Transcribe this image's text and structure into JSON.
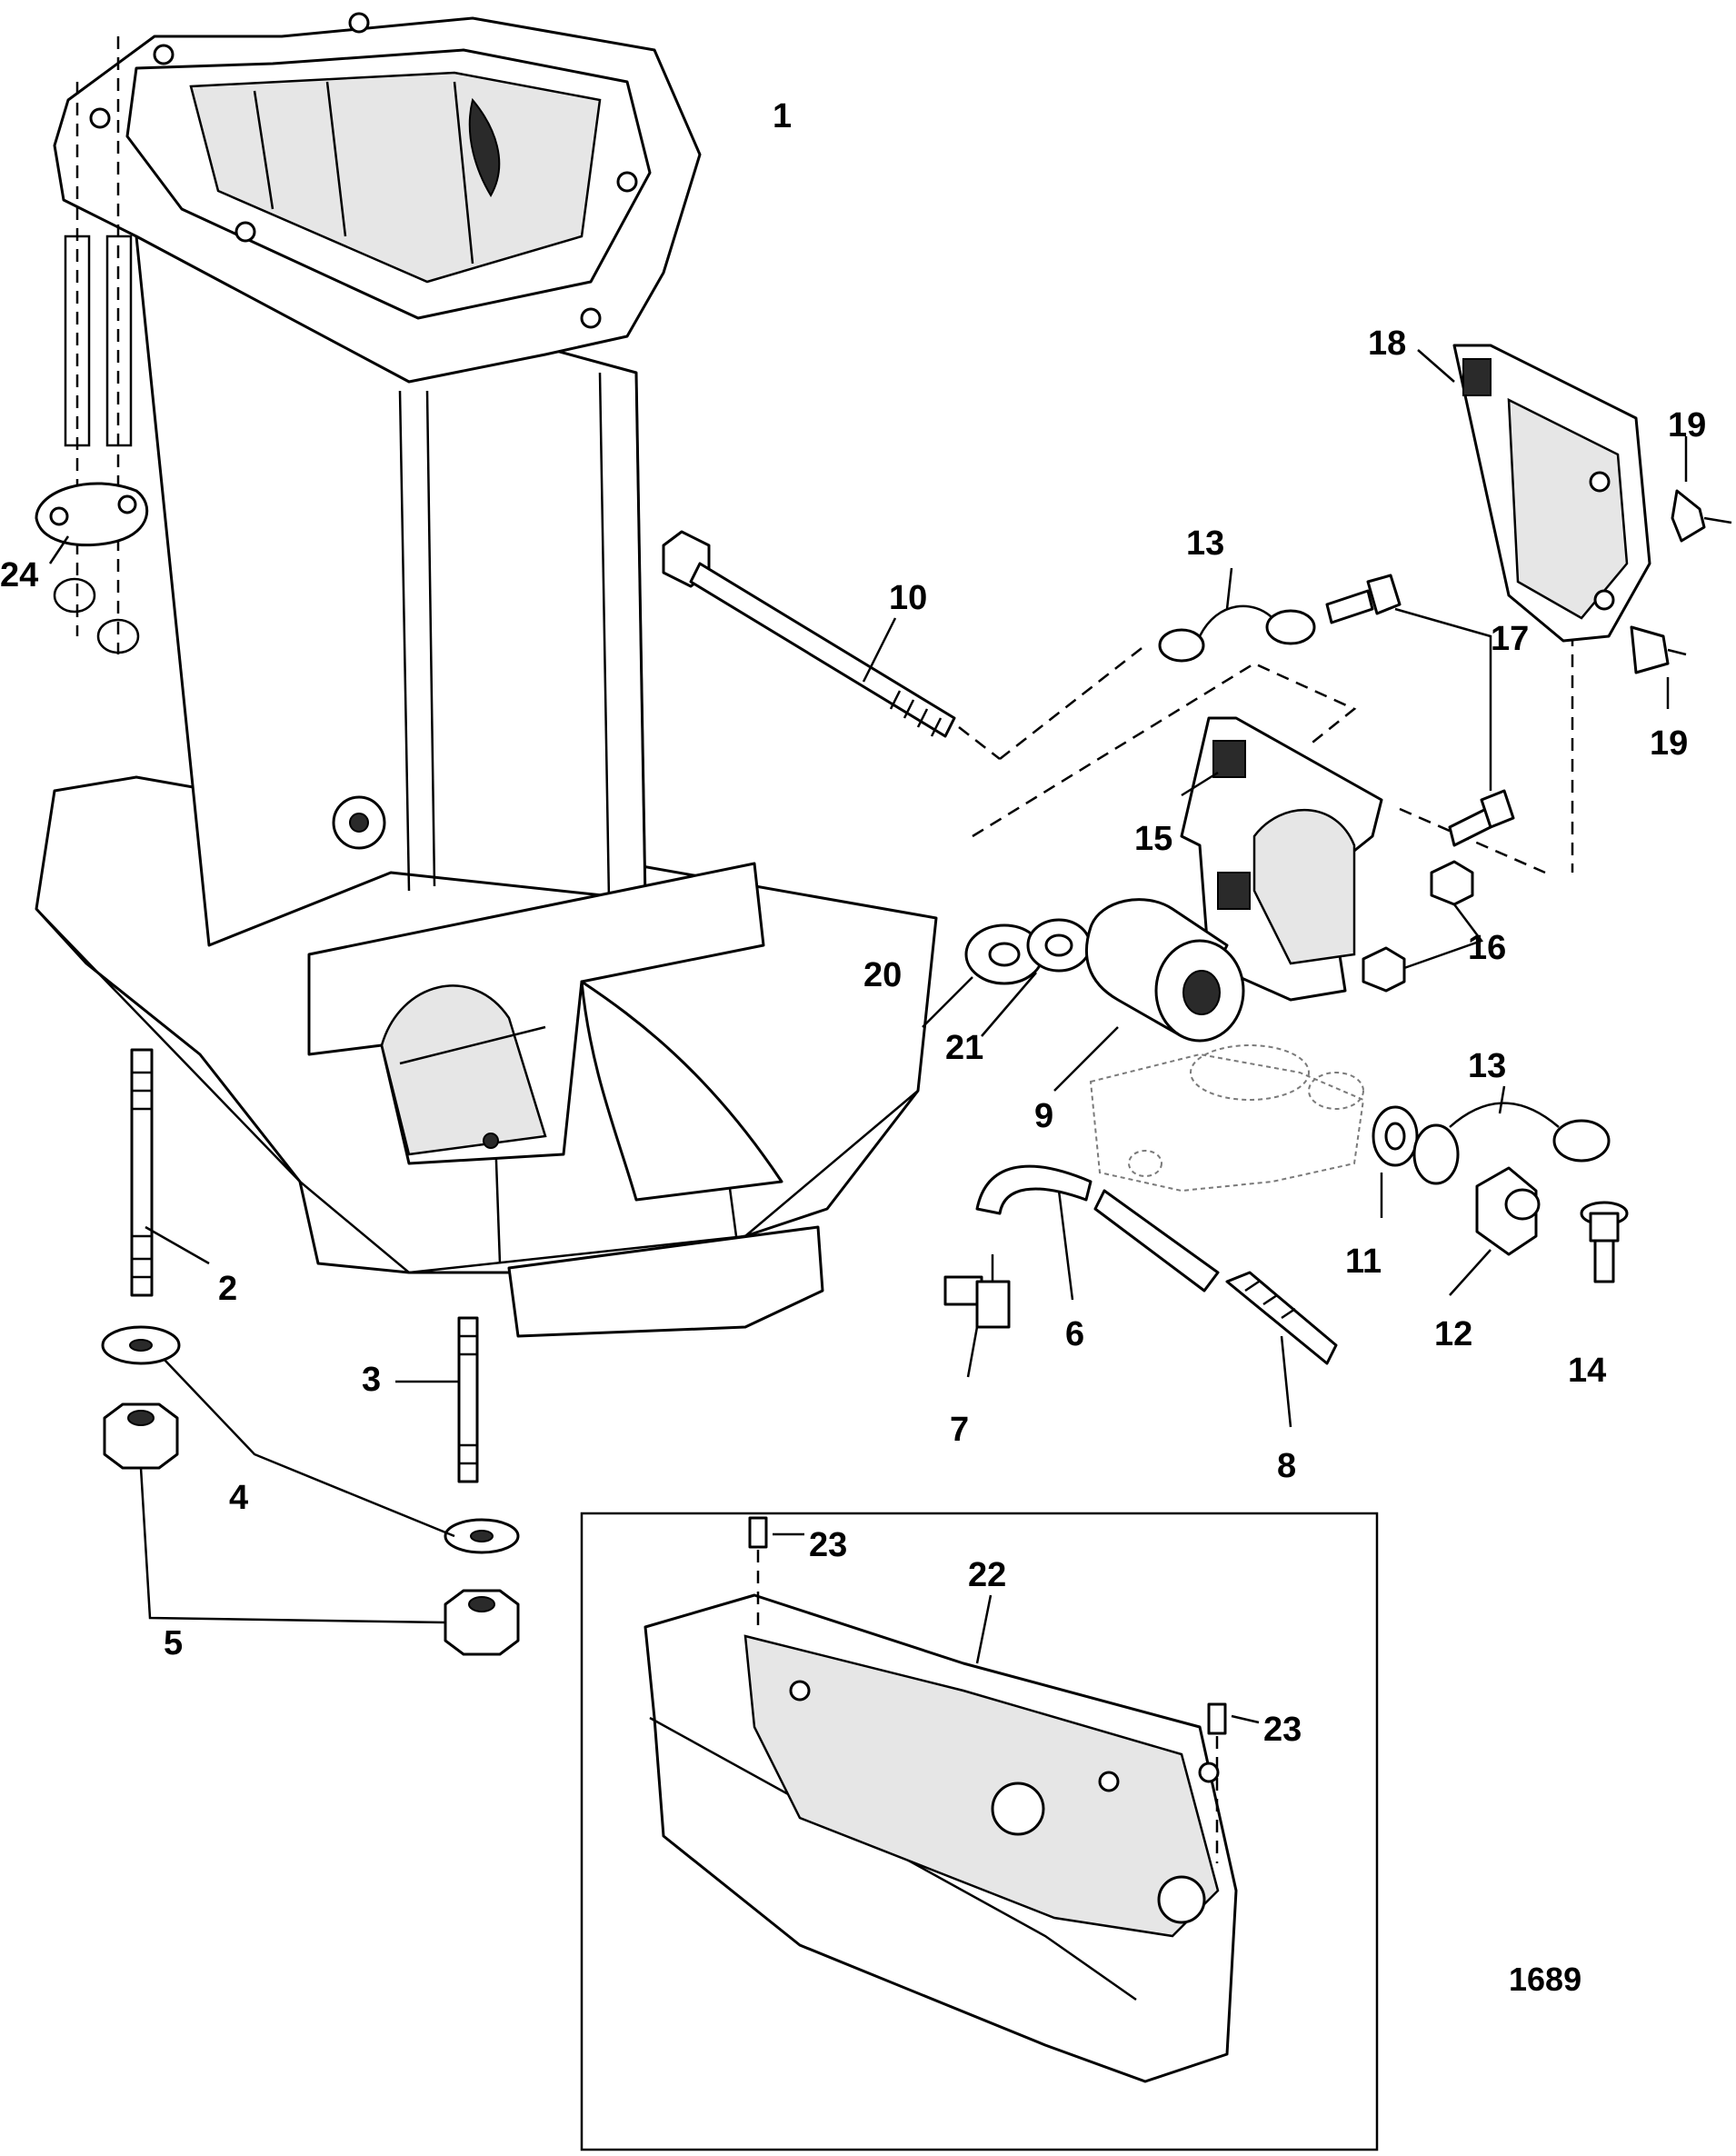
{
  "callouts": {
    "c1": "1",
    "c2": "2",
    "c3": "3",
    "c4": "4",
    "c5": "5",
    "c6": "6",
    "c7": "7",
    "c8": "8",
    "c9": "9",
    "c10": "10",
    "c11": "11",
    "c12": "12",
    "c13a": "13",
    "c13b": "13",
    "c14": "14",
    "c15": "15",
    "c16": "16",
    "c17": "17",
    "c18": "18",
    "c19a": "19",
    "c19b": "19",
    "c20": "20",
    "c21": "21",
    "c22": "22",
    "c23a": "23",
    "c23b": "23",
    "c24": "24"
  },
  "figure_number": "1689"
}
